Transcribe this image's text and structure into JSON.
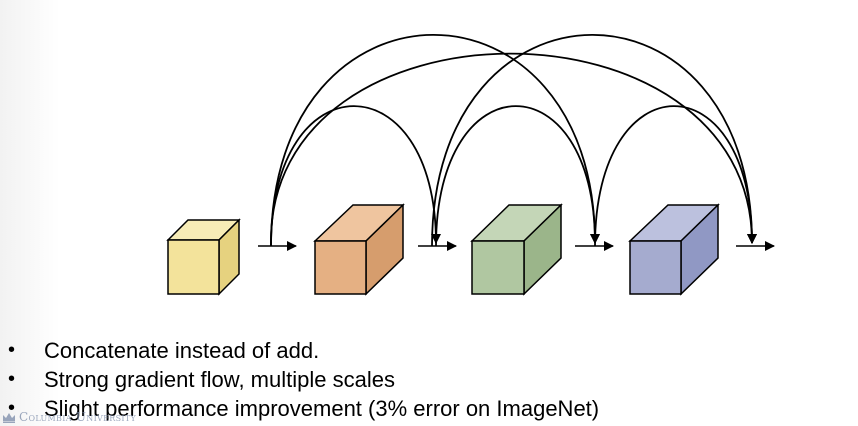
{
  "bullets": [
    "Concatenate instead of add.",
    "Strong gradient flow, multiple scales",
    "Slight performance improvement (3% error on ImageNet)"
  ],
  "bullet_symbol": "•",
  "logo": {
    "text": "Columbia University"
  },
  "diagram": {
    "blocks": [
      {
        "name": "yellow-block",
        "face": "#f3e39b",
        "top": "#f7ecb6",
        "side": "#e6d27f"
      },
      {
        "name": "orange-block",
        "face": "#e5b083",
        "top": "#efc59f",
        "side": "#d69d6d"
      },
      {
        "name": "green-block",
        "face": "#b0c7a1",
        "top": "#c4d6b7",
        "side": "#9bb58a"
      },
      {
        "name": "blue-block",
        "face": "#a5abcf",
        "top": "#bcc1de",
        "side": "#9098c4"
      }
    ],
    "stroke_color": "#000000"
  }
}
